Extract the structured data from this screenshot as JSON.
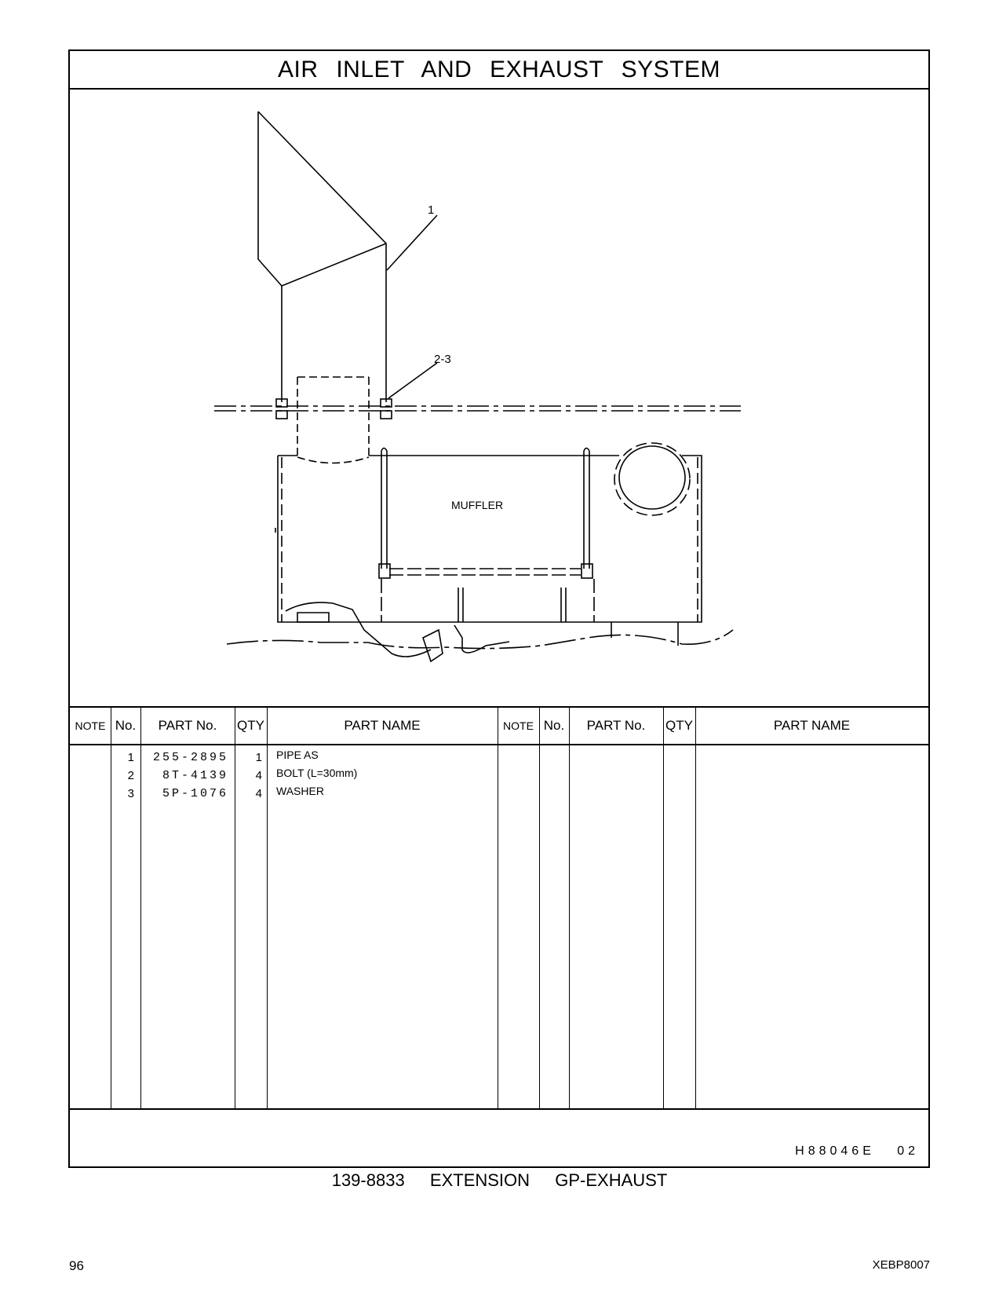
{
  "page_title": "AIR  INLET  AND  EXHAUST  SYSTEM",
  "diagram": {
    "callout_1": "1",
    "callout_2": "2-3",
    "muffler_label": "MUFFLER"
  },
  "table": {
    "headers": {
      "note": "NOTE",
      "no": "No.",
      "part_no": "PART No.",
      "qty": "QTY",
      "part_name": "PART NAME"
    },
    "rows": [
      {
        "no": "1",
        "part_no": "255-2895",
        "qty": "1",
        "name": "PIPE  AS"
      },
      {
        "no": "2",
        "part_no": "8T-4139",
        "qty": "4",
        "name": "BOLT (L=30mm)"
      },
      {
        "no": "3",
        "part_no": "5P-1076",
        "qty": "4",
        "name": "WASHER"
      }
    ],
    "drawing_code": "H88046E   02"
  },
  "caption": "139-8833  EXTENSION  GP-EXHAUST",
  "page_number": "96",
  "doc_id": "XEBP8007"
}
